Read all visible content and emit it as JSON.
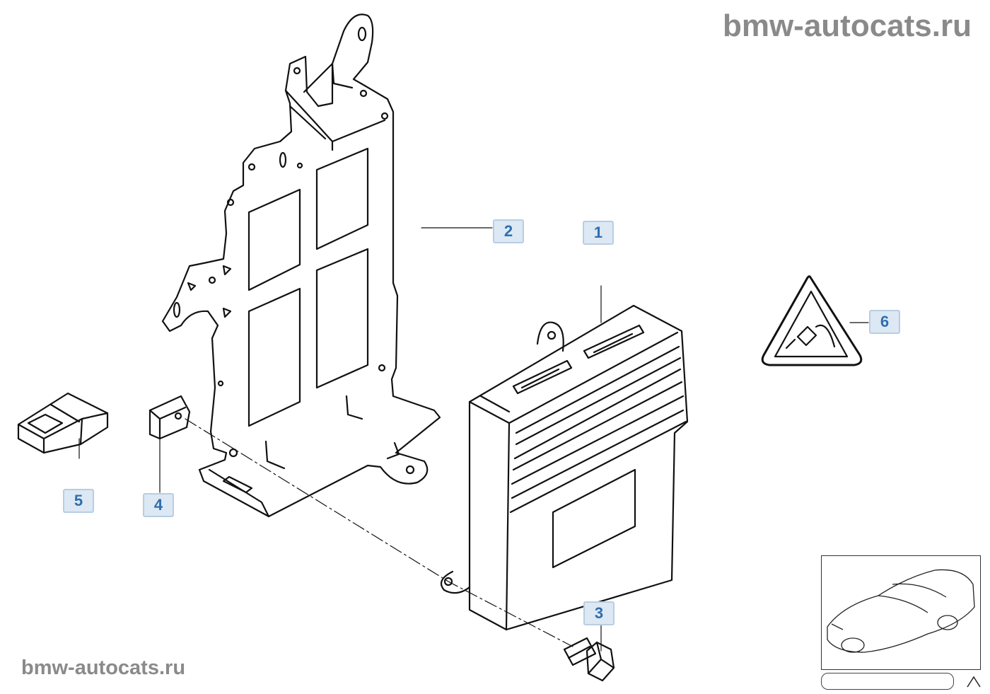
{
  "watermark": {
    "top": "bmw-autocats.ru",
    "bottom": "bmw-autocats.ru"
  },
  "callouts": {
    "c1": "1",
    "c2": "2",
    "c3": "3",
    "c4": "4",
    "c5": "5",
    "c6": "6"
  },
  "icons": {
    "warning": "electrical-plug-warning-icon",
    "thumbnail": "car-thumbnail",
    "arrow": "triangle-up-icon"
  },
  "colors": {
    "callout_fill": "#dce8f4",
    "callout_text": "#2f6ead",
    "watermark": "#8a8a8a",
    "line": "#111111"
  }
}
